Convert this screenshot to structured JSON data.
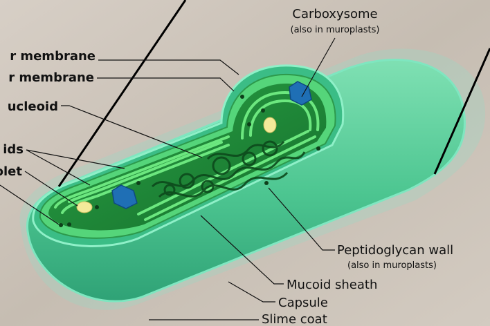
{
  "labels": {
    "carboxysome": "Carboxysome",
    "carboxysome_note": "(also in muroplasts)",
    "outer_membrane": "r membrane",
    "inner_membrane": "r membrane",
    "nucleoid": "ucleoid",
    "thylakoids": "ids",
    "lipid_droplet": "olet",
    "peptidoglycan_wall": "Peptidoglycan wall",
    "peptidoglycan_note": "(also in muroplasts)",
    "mucoid_sheath": "Mucoid sheath",
    "capsule": "Capsule",
    "slime_coat": "Slime coat"
  },
  "colors": {
    "background": "#cfc7bd",
    "capsule": "#5fcf9f",
    "sheath": "#3ec08a",
    "thylakoid": "#66e27a",
    "cytoplasm": "#1f8a3a",
    "nucleoid": "#0d4a1c",
    "carboxysome": "#1f6fb5",
    "lipid": "#f3ea9a"
  }
}
